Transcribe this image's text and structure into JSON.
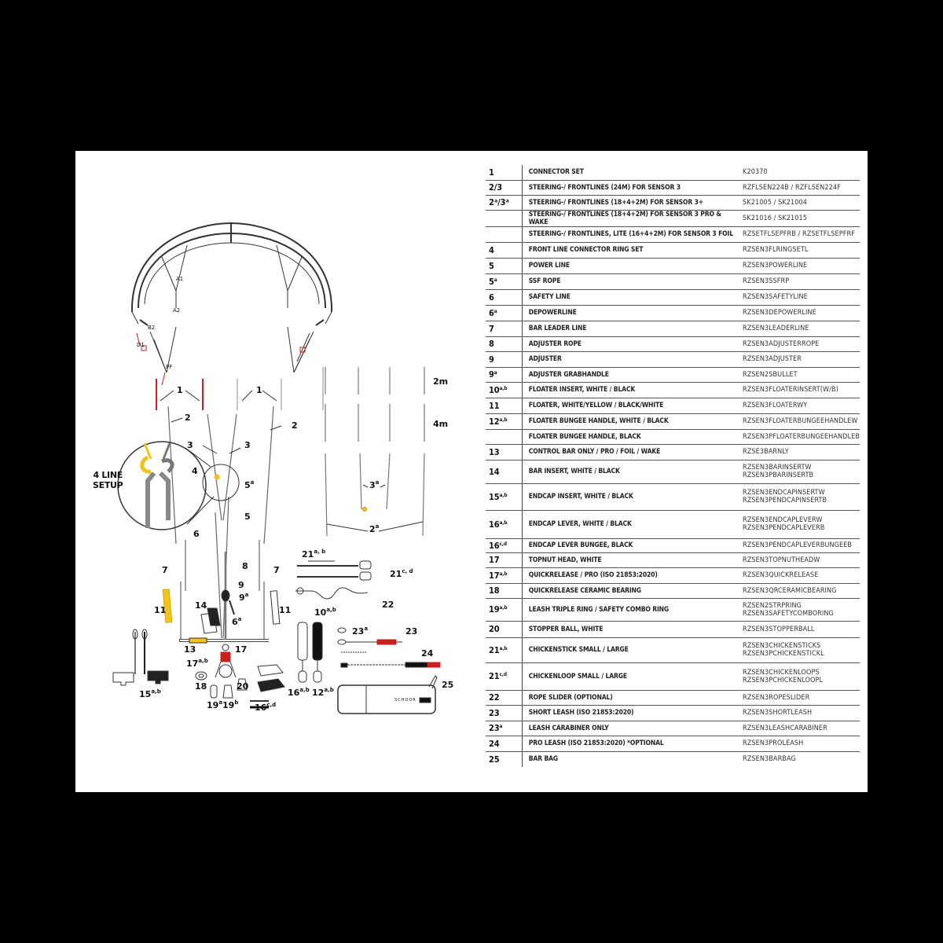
{
  "diagram": {
    "callouts": {
      "kite": {
        "a1": "A1",
        "a2": "A2",
        "b2": "B2",
        "d1": "D1",
        "pf": "PF"
      },
      "connector_left": "1",
      "connector_right": "1",
      "frontline_left": "2",
      "frontline_right": "2",
      "steering_left": "3",
      "steering_right": "3",
      "ring": "4",
      "ssf_rope": "5",
      "ssf_rope_sup": "a",
      "power_line": "5",
      "safety_line": "6",
      "depowerline": "6",
      "depowerline_sup": "a",
      "leader_left": "7",
      "leader_right": "7",
      "adjuster_rope": "8",
      "adjuster": "9",
      "grabhandle": "9",
      "grabhandle_sup": "a",
      "floater_insert": "10",
      "floater_insert_sup": "a,b",
      "floater_left": "11",
      "floater_right": "11",
      "bungee_handle": "12",
      "bungee_handle_sup": "a,b",
      "control_bar": "13",
      "bar_insert": "14",
      "endcap_insert": "15",
      "endcap_insert_sup": "a,b",
      "endcap_lever": "16",
      "endcap_lever_sup": "a,b",
      "endcap_bungee": "16",
      "endcap_bungee_sup": "c,d",
      "topnut": "17",
      "quickrelease": "17",
      "quickrelease_sup": "a,b",
      "bearing": "18",
      "triple_ring": "19",
      "triple_ring_sup": "a",
      "combo_ring": "19",
      "combo_ring_sup": "b",
      "stopper": "20",
      "chickenstick": "21",
      "chickenstick_sup": "a, b",
      "chickenloop": "21",
      "chickenloop_sup": "c, d",
      "rope_slider": "22",
      "short_leash": "23",
      "carabiner": "23",
      "carabiner_sup": "a",
      "pro_leash": "24",
      "bar_bag": "25",
      "bag_brand": "SCHOOR"
    },
    "extension_lines": {
      "len_2m": "2m",
      "len_4m": "4m",
      "front_ext": "2",
      "front_ext_sup": "a",
      "steer_ext": "3",
      "steer_ext_sup": "a"
    },
    "inset_label_line1": "4 LINE",
    "inset_label_line2": "SETUP",
    "colors": {
      "accent_yellow": "#f2c31b",
      "accent_red": "#c8201f",
      "line_gray": "#555555"
    }
  },
  "parts_table": {
    "rows": [
      {
        "num": "1",
        "sup": "",
        "desc": "CONNECTOR SET",
        "codes": [
          "K20370"
        ]
      },
      {
        "num": "2/3",
        "sup": "",
        "desc": "STEERING-/ FRONTLINES (24M) FOR SENSOR 3",
        "codes": [
          "RZFLSEN224B / RZFLSEN224F"
        ]
      },
      {
        "num": "2ᵃ/3ᵃ",
        "sup": "",
        "desc": "STEERING-/ FRONTLINES (18+4+2M) FOR SENSOR 3+",
        "codes": [
          "SK21005 / SK21004"
        ]
      },
      {
        "num": "",
        "sup": "",
        "desc": "STEERING-/ FRONTLINES (18+4+2M) FOR SENSOR 3 PRO & WAKE",
        "codes": [
          "SK21016 / SK21015"
        ]
      },
      {
        "num": "",
        "sup": "",
        "desc": "STEERING-/ FRONTLINES, LITE (16+4+2M) FOR SENSOR 3 FOIL",
        "codes": [
          "RZSETFLSEPFRB / RZSETFLSEPFRF"
        ]
      },
      {
        "num": "4",
        "sup": "",
        "desc": "FRONT LINE CONNECTOR RING SET",
        "codes": [
          "RZSEN3FLRINGSETL"
        ]
      },
      {
        "num": "5",
        "sup": "",
        "desc": "POWER LINE",
        "codes": [
          "RZSEN3POWERLINE"
        ]
      },
      {
        "num": "5",
        "sup": "a",
        "desc": "SSF ROPE",
        "codes": [
          "RZSEN3SSFRP"
        ]
      },
      {
        "num": "6",
        "sup": "",
        "desc": "SAFETY LINE",
        "codes": [
          "RZSEN3SAFETYLINE"
        ]
      },
      {
        "num": "6",
        "sup": "a",
        "desc": "DEPOWERLINE",
        "codes": [
          "RZSEN3DEPOWERLINE"
        ]
      },
      {
        "num": "7",
        "sup": "",
        "desc": "BAR LEADER LINE",
        "codes": [
          "RZSEN3LEADERLINE"
        ]
      },
      {
        "num": "8",
        "sup": "",
        "desc": "ADJUSTER ROPE",
        "codes": [
          "RZSEN3ADJUSTERROPE"
        ]
      },
      {
        "num": "9",
        "sup": "",
        "desc": "ADJUSTER",
        "codes": [
          "RZSEN3ADJUSTER"
        ]
      },
      {
        "num": "9",
        "sup": "a",
        "desc": "ADJUSTER GRABHANDLE",
        "codes": [
          "RZSEN2SBULLET"
        ]
      },
      {
        "num": "10",
        "sup": "a,b",
        "desc": "FLOATER INSERT, WHITE / BLACK",
        "codes": [
          "RZSEN3FLOATERINSERT(W/B)"
        ]
      },
      {
        "num": "11",
        "sup": "",
        "desc": "FLOATER, WHITE/YELLOW / BLACK/WHITE",
        "codes": [
          "RZSEN3FLOATERWY"
        ]
      },
      {
        "num": "12",
        "sup": "a,b",
        "desc": "FLOATER BUNGEE HANDLE, WHITE / BLACK",
        "codes": [
          "RZSEN3FLOATERBUNGEEHANDLEW"
        ]
      },
      {
        "num": "",
        "sup": "",
        "desc": "FLOATER BUNGEE HANDLE,  BLACK",
        "codes": [
          "RZSEN3PFLOATERBUNGEEHANDLEB"
        ]
      },
      {
        "num": "13",
        "sup": "",
        "desc": "CONTROL BAR ONLY / PRO / FOIL / WAKE",
        "codes": [
          "RZSE3BARNLY"
        ]
      },
      {
        "num": "14",
        "sup": "",
        "desc": "BAR INSERT, WHITE / BLACK",
        "codes": [
          "RZSEN3BARINSERTW",
          "RZSEN3PBARINSERTB"
        ]
      },
      {
        "num": "15",
        "sup": "a,b",
        "desc": "ENDCAP INSERT, WHITE / BLACK",
        "codes": [
          "RZSEN3ENDCAPINSERTW",
          "RZSEN3PENDCAPINSERTB"
        ]
      },
      {
        "num": "16",
        "sup": "a,b",
        "desc": "ENDCAP LEVER, WHITE / BLACK",
        "codes": [
          "RZSEN3ENDCAPLEVERW",
          "RZSEN3PENDCAPLEVERB"
        ]
      },
      {
        "num": "16",
        "sup": "c,d",
        "desc": "ENDCAP LEVER BUNGEE, BLACK",
        "codes": [
          "RZSEN3PENDCAPLEVERBUNGEEB"
        ]
      },
      {
        "num": "17",
        "sup": "",
        "desc": "TOPNUT HEAD, WHITE",
        "codes": [
          "RZSEN3TOPNUTHEADW"
        ]
      },
      {
        "num": "17",
        "sup": "a,b",
        "desc": "QUICKRELEASE / PRO (ISO 21853:2020)",
        "codes": [
          "RZSEN3QUICKRELEASE"
        ]
      },
      {
        "num": "18",
        "sup": "",
        "desc": "QUICKRELEASE CERAMIC BEARING",
        "codes": [
          "RZSEN3QRCERAMICBEARING"
        ]
      },
      {
        "num": "19",
        "sup": "a,b",
        "desc": "LEASH TRIPLE RING / SAFETY COMBO RING",
        "codes": [
          "RZSEN2STRPRING",
          "RZSEN3SAFETYCOMBORING"
        ]
      },
      {
        "num": "20",
        "sup": "",
        "desc": "STOPPER BALL, WHITE",
        "codes": [
          "RZSEN3STOPPERBALL"
        ]
      },
      {
        "num": "21",
        "sup": "a,b",
        "desc": "CHICKENSTICK SMALL / LARGE",
        "codes": [
          "RZSEN3CHICKENSTICKS",
          "RZSEN3PCHICKENSTICKL"
        ]
      },
      {
        "num": "21",
        "sup": "c,d",
        "desc": "CHICKENLOOP SMALL / LARGE",
        "codes": [
          "RZSEN3CHICKENLOOPS",
          "RZSEN3PCHICKENLOOPL"
        ]
      },
      {
        "num": "22",
        "sup": "",
        "desc": "ROPE SLIDER (OPTIONAL)",
        "codes": [
          "RZSEN3ROPESLIDER"
        ]
      },
      {
        "num": "23",
        "sup": "",
        "desc": "SHORT LEASH (ISO 21853:2020)",
        "codes": [
          "RZSEN3SHORTLEASH"
        ]
      },
      {
        "num": "23",
        "sup": "a",
        "desc": "LEASH CARABINER ONLY",
        "codes": [
          "RZSEN3LEASHCARABINER"
        ]
      },
      {
        "num": "24",
        "sup": "",
        "desc": "PRO LEASH (ISO 21853:2020) *OPTIONAL",
        "codes": [
          "RZSEN3PROLEASH"
        ]
      },
      {
        "num": "25",
        "sup": "",
        "desc": "BAR BAG",
        "codes": [
          "RZSEN3BARBAG"
        ]
      }
    ]
  }
}
